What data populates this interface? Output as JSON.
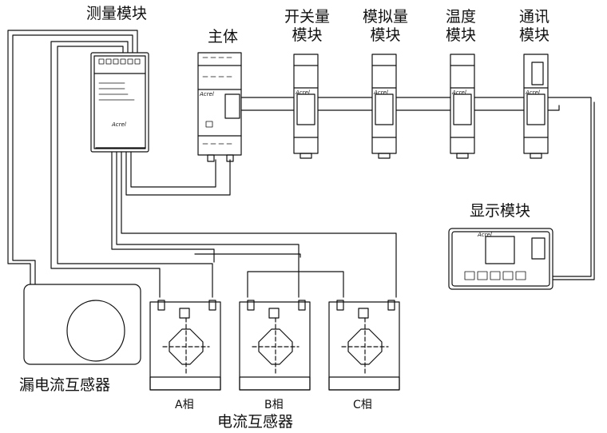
{
  "labels": {
    "measure_module": "测量模块",
    "main_unit": "主体",
    "switch_module": [
      "开关量",
      "模块"
    ],
    "analog_module": [
      "模拟量",
      "模块"
    ],
    "temp_module": [
      "温度",
      "模块"
    ],
    "comm_module": [
      "通讯",
      "模块"
    ],
    "display_module": "显示模块",
    "leak_ct": "漏电流互感器",
    "ct": "电流互感器",
    "phase_a": "A相",
    "phase_b": "B相",
    "phase_c": "C相"
  },
  "device_text": {
    "brand": "Acrel"
  },
  "colors": {
    "line": "#111111",
    "device_fill": "#ffffff"
  }
}
